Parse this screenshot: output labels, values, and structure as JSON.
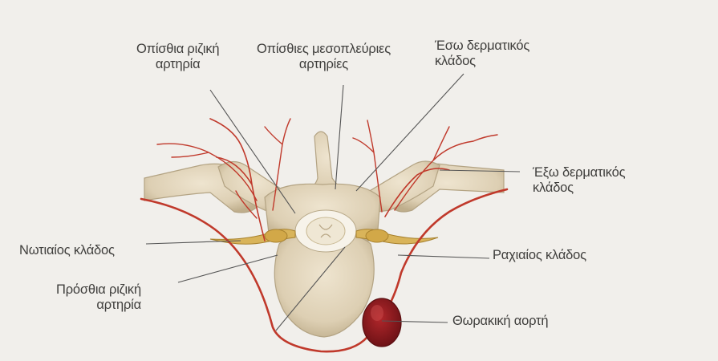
{
  "labels": {
    "posterior_radicular_artery": [
      "Οπίσθια ριζική",
      "αρτηρία"
    ],
    "posterior_intercostal_arteries": [
      "Οπίσθιες μεσοπλεύριες",
      "αρτηρίες"
    ],
    "medial_cutaneous_branch": [
      "Έσω δερματικός",
      "κλάδος"
    ],
    "lateral_cutaneous_branch": [
      "Έξω δερματικός",
      "κλάδος"
    ],
    "dorsal_branch": "Νωτιαίος κλάδος",
    "spinal_branch": "Ραχιαίος κλάδος",
    "anterior_radicular_artery": [
      "Πρόσθια ριζική",
      "αρτηρία"
    ],
    "thoracic_aorta": "Θωρακική αορτή"
  },
  "colors": {
    "background": "#f1efeb",
    "bone": "#e2d6bd",
    "bone_shade": "#b9a887",
    "artery": "#c0392b",
    "nerve": "#d9b45a",
    "aorta": "#8e1a1c",
    "leader": "#555555"
  }
}
